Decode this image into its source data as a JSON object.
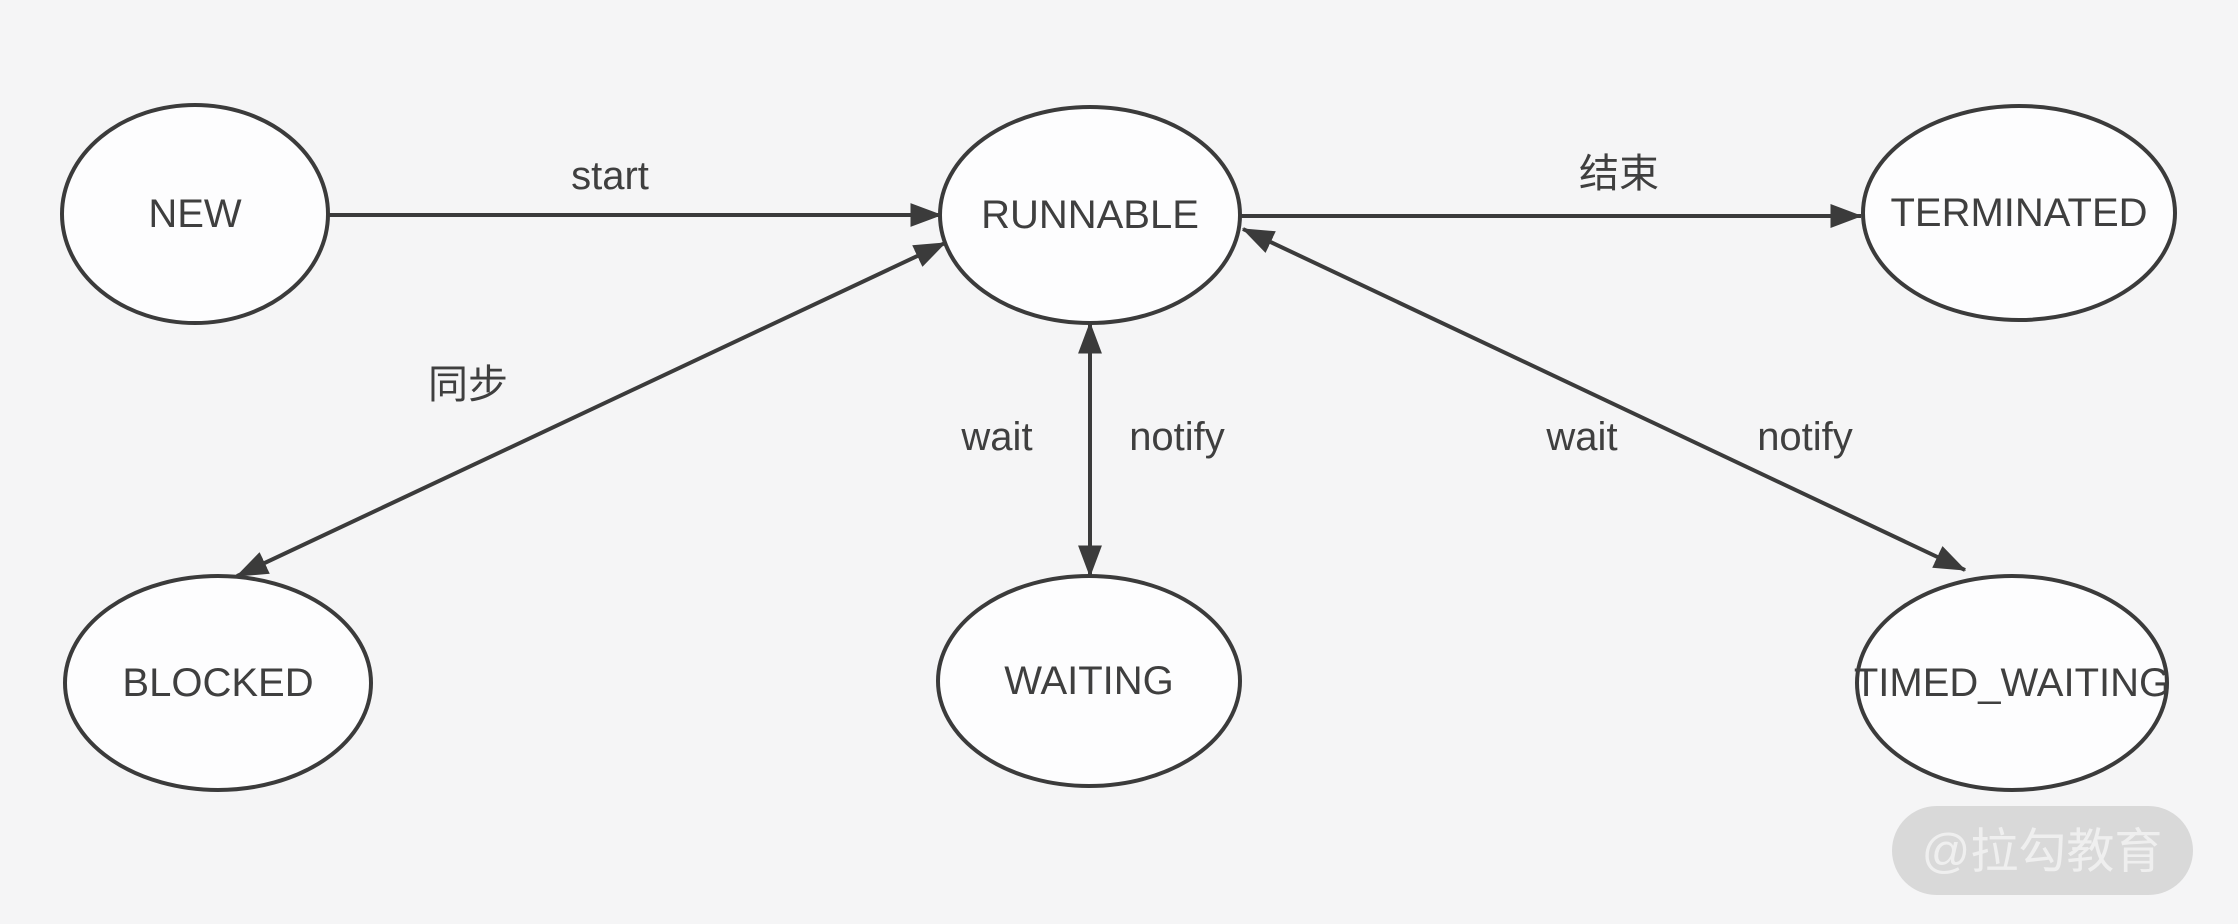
{
  "colors": {
    "background": "#f5f5f6",
    "stroke": "#3b3b3b",
    "text": "#3f3f3f",
    "node_fill": "#fdfdfe",
    "watermark_bg": "#d9d9d9",
    "watermark_text": "#efefef"
  },
  "nodes": {
    "new": {
      "label": "NEW"
    },
    "runnable": {
      "label": "RUNNABLE"
    },
    "terminated": {
      "label": "TERMINATED"
    },
    "blocked": {
      "label": "BLOCKED"
    },
    "waiting": {
      "label": "WAITING"
    },
    "timed_waiting": {
      "label": "TIMED_WAITING"
    }
  },
  "edges": {
    "start": {
      "label": "start",
      "from": "NEW",
      "to": "RUNNABLE",
      "direction": "one-way"
    },
    "finish": {
      "label": "结束",
      "from": "RUNNABLE",
      "to": "TERMINATED",
      "direction": "one-way"
    },
    "sync": {
      "label": "同步",
      "from": "RUNNABLE",
      "to": "BLOCKED",
      "direction": "two-way"
    },
    "wait_center": {
      "label": "wait",
      "from": "RUNNABLE",
      "to": "WAITING",
      "direction": "two-way"
    },
    "notify_center": {
      "label": "notify",
      "from": "WAITING",
      "to": "RUNNABLE",
      "direction": "two-way"
    },
    "wait_right": {
      "label": "wait",
      "from": "RUNNABLE",
      "to": "TIMED_WAITING",
      "direction": "two-way"
    },
    "notify_right": {
      "label": "notify",
      "from": "TIMED_WAITING",
      "to": "RUNNABLE",
      "direction": "two-way"
    }
  },
  "watermark": {
    "text": "@拉勾教育"
  }
}
